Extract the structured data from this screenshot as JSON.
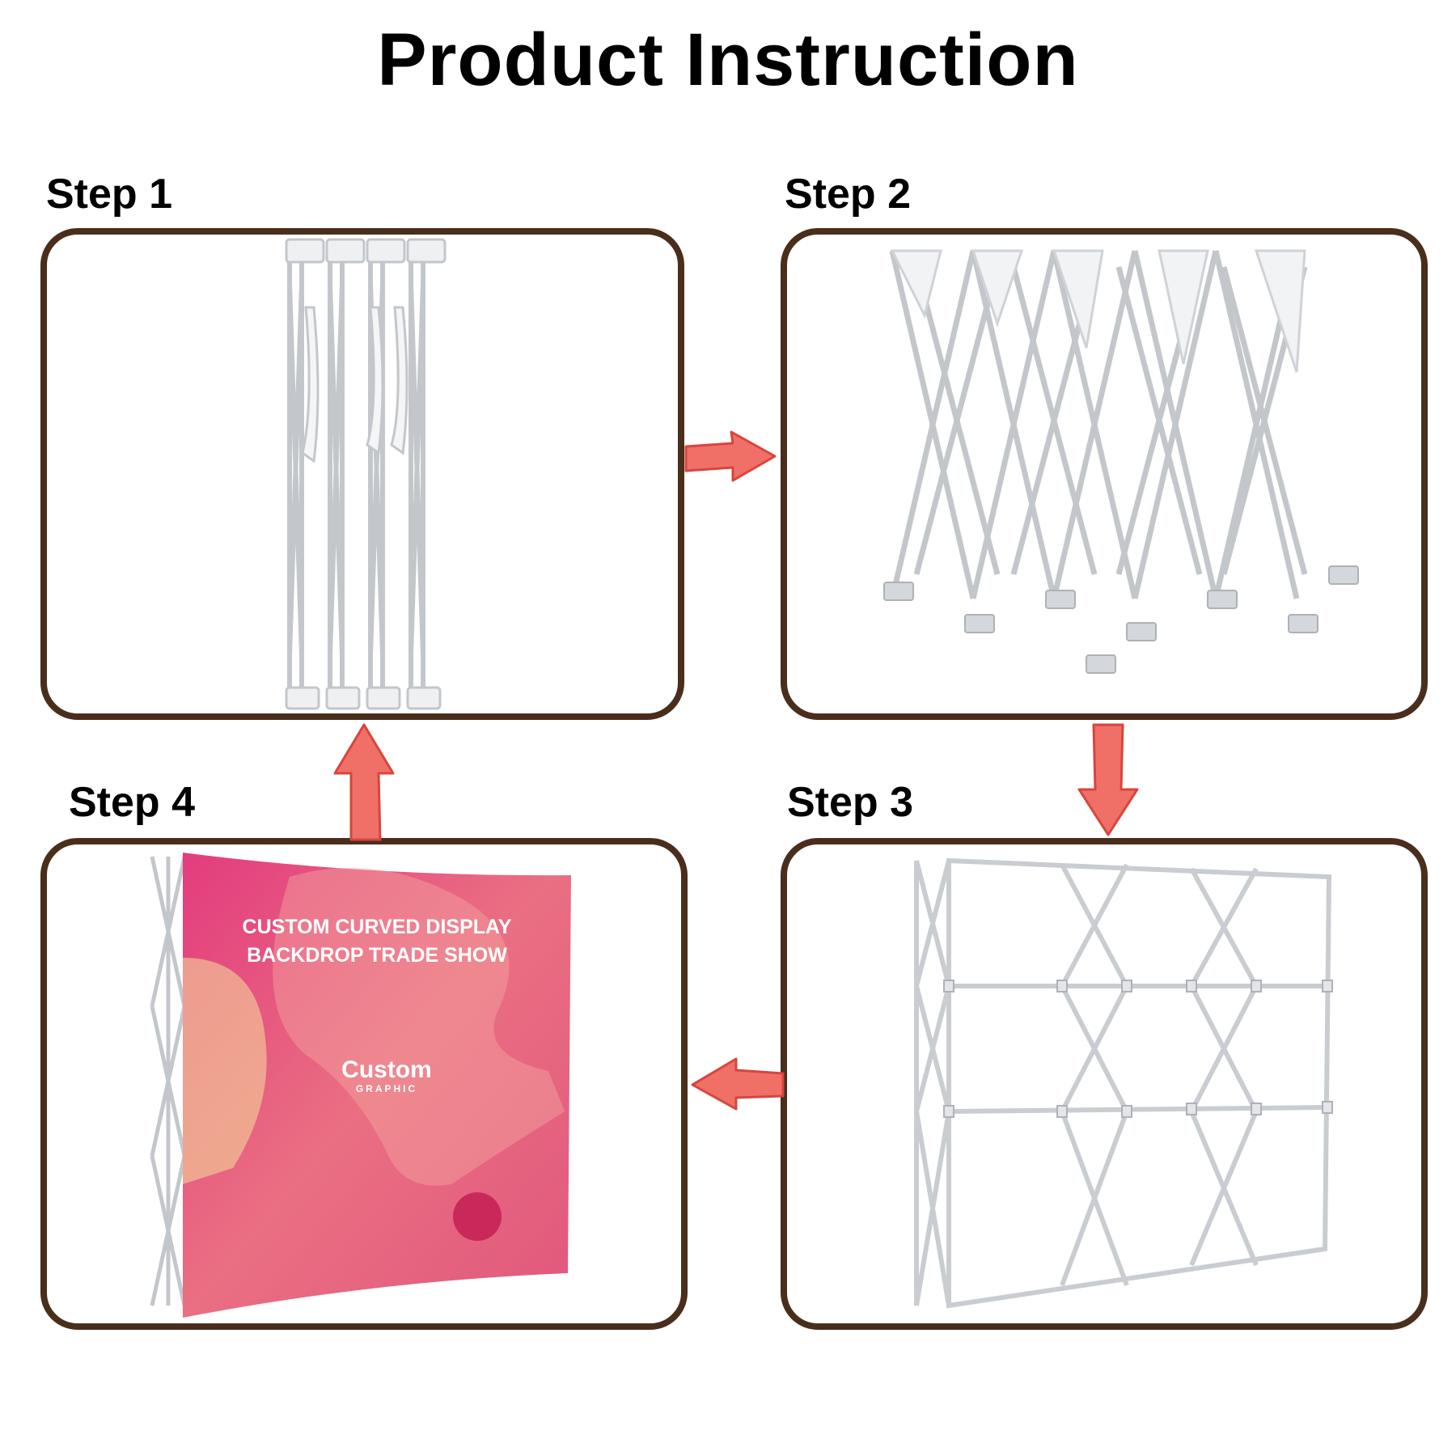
{
  "title": "Product Instruction",
  "steps": [
    {
      "label": "Step 1"
    },
    {
      "label": "Step 2"
    },
    {
      "label": "Step 3"
    },
    {
      "label": "Step 4"
    }
  ],
  "banner": {
    "headline_line1": "CUSTOM CURVED  DISPLAY",
    "headline_line2": "BACKDROP TRADE SHOW",
    "brand": "Custom",
    "brand_sub": "GRAPHIC"
  },
  "colors": {
    "border": "#4a2e1c",
    "arrow_fill": "#f07068",
    "arrow_stroke": "#d8453c",
    "frame": "#c9cdd2",
    "banner_pink": "#e8357a"
  }
}
